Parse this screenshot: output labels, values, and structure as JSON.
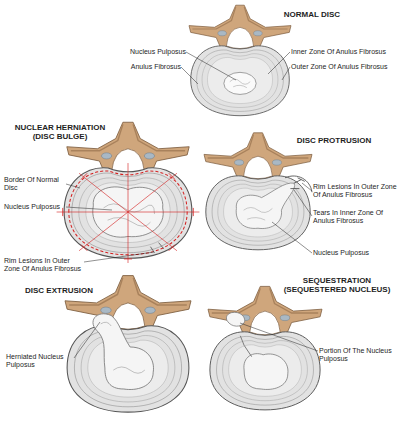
{
  "diagram": {
    "nodes": [
      {
        "text": [
          "NORMAL DISC"
        ]
      },
      {
        "text": [
          "NUCLEAR HERNIATION (DISC BULGE)"
        ]
      },
      {
        "text": [
          "DISC PROTRUSION"
        ]
      },
      {
        "text": [
          "DISC EXTRUSION"
        ]
      },
      {
        "text": [
          "SEQUESTRATION (SEQUESTERED NUCLEUS)"
        ]
      }
    ],
    "labels": [
      "Nucleus Pulposus",
      "Anulus Fibrosus",
      "Inner Zone Of Anulus Fibrosus",
      "Outer Zone Of Anulus Fibrosus",
      "Border Of Normal Disc",
      "Nucleus Pulposus",
      "Rim Lesions In Outer Zone Of Anulus Fibrosus",
      "Rim Lesions In Outer Zone Of Anulus Fibrosus",
      "Tears In Inner Zone Of Anulus Fibrosus",
      "Nucleus Pulposus",
      "Herniated Nucleus Pulposus",
      "Portion Of The Nucleus Pulposus"
    ]
  }
}
